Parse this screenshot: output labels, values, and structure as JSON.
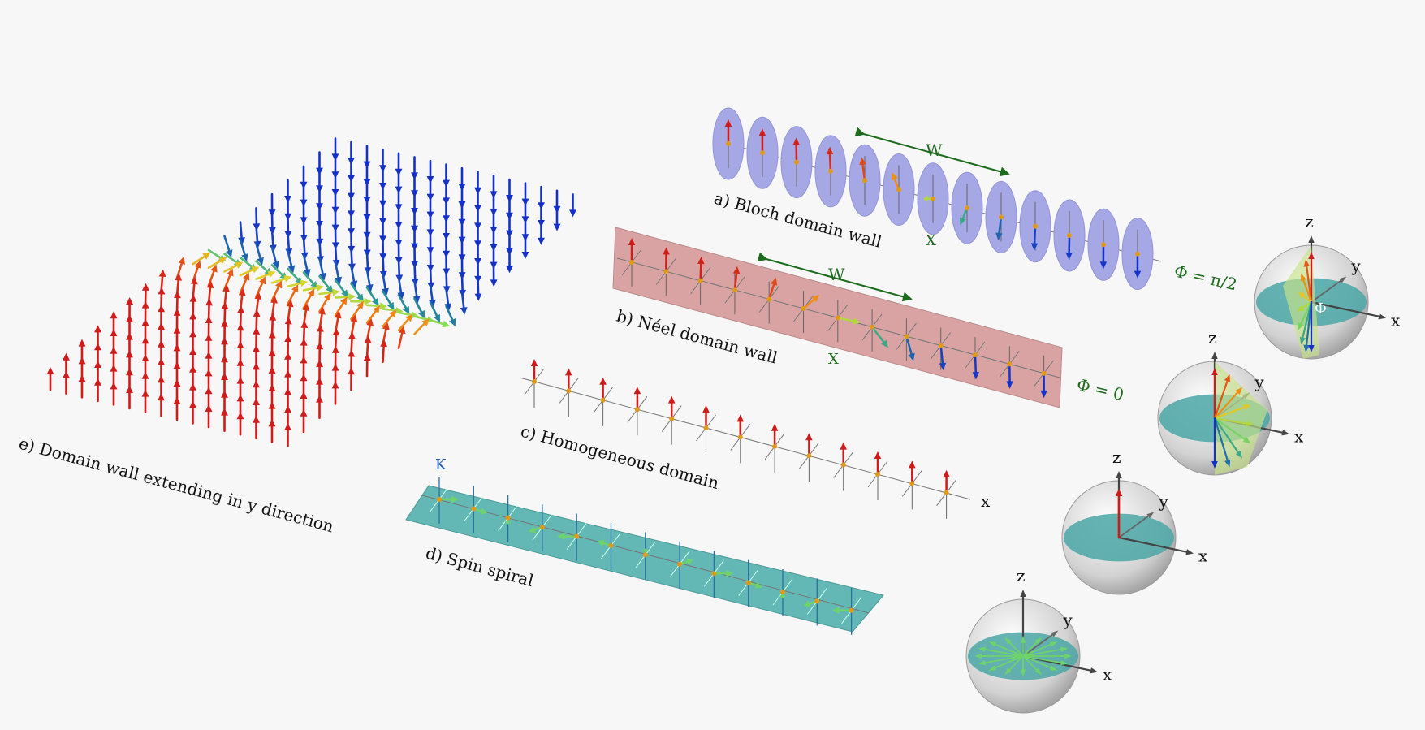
{
  "labels": {
    "bloch": "a) Bloch domain wall",
    "neel": "b) Néel domain wall",
    "homogeneous": "c) Homogeneous domain",
    "spiral": "d) Spin spiral",
    "extending": "e) Domain wall extending in y direction",
    "w_bloch": "W",
    "w_neel": "W",
    "x_bloch": "X",
    "x_neel": "X",
    "x_homog": "x",
    "k_spiral": "K",
    "phi_bloch": "Φ = π/2",
    "phi_neel": "Φ = 0"
  },
  "spheres": [
    {
      "z": "z",
      "y": "y",
      "x": "x",
      "phi": "Φ"
    },
    {
      "z": "z",
      "y": "y",
      "x": "x"
    },
    {
      "z": "z",
      "y": "y",
      "x": "x"
    },
    {
      "z": "z",
      "y": "y",
      "x": "x"
    }
  ],
  "colors": {
    "up": "#d11a1a",
    "down": "#1530c8",
    "bloch_disc": "#a6a8e6",
    "neel_band": "#d9a3a3",
    "spiral_band": "#63b8b5",
    "green_text": "#1d6b1d",
    "sphere_cap": "#4aa6a4"
  }
}
